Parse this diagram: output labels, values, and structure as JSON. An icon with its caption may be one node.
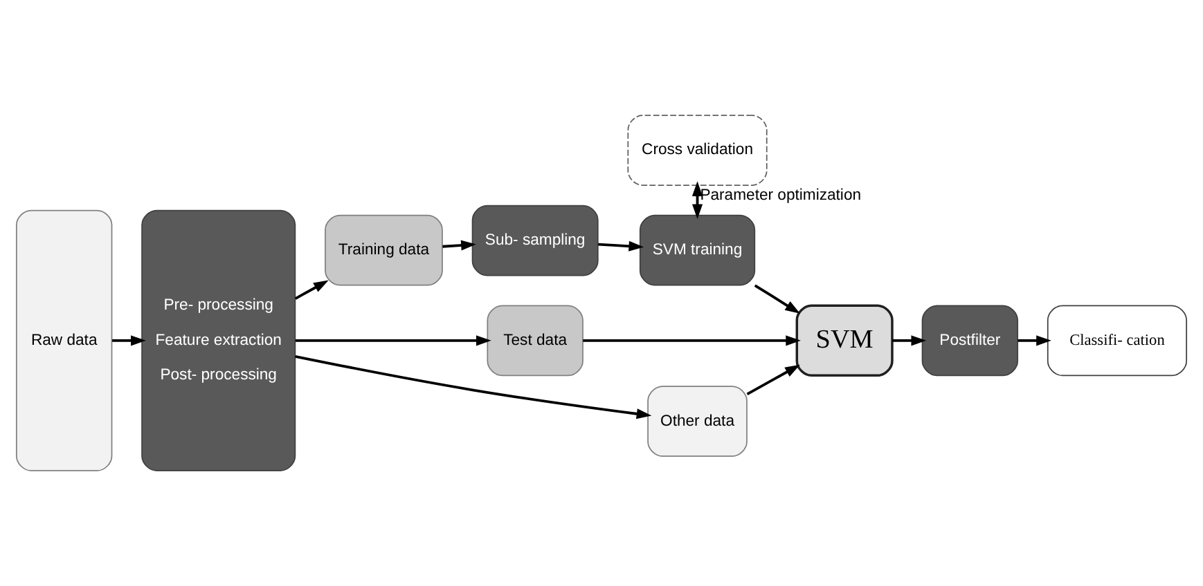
{
  "diagram": {
    "nodes": [
      {
        "text": [
          "Raw data"
        ]
      },
      {
        "text": [
          "Pre- processing",
          "Feature extraction",
          "Post- processing"
        ]
      },
      {
        "text": [
          "Training data"
        ]
      },
      {
        "text": [
          "Test data"
        ]
      },
      {
        "text": [
          "Other data"
        ]
      },
      {
        "text": [
          "Sub- sampling"
        ]
      },
      {
        "text": [
          "SVM training"
        ]
      },
      {
        "text": [
          "Cross validation"
        ]
      },
      {
        "text": [
          "SVM"
        ]
      },
      {
        "text": [
          "Postfilter"
        ]
      },
      {
        "text": [
          "Classifi- cation"
        ]
      }
    ],
    "edges": [
      {
        "from": 0,
        "to": 1,
        "arrow": "to"
      },
      {
        "from": 1,
        "to": 2,
        "arrow": "to"
      },
      {
        "from": 1,
        "to": 3,
        "arrow": "to"
      },
      {
        "from": 1,
        "to": 4,
        "arrow": "to"
      },
      {
        "from": 2,
        "to": 5,
        "arrow": "to"
      },
      {
        "from": 5,
        "to": 6,
        "arrow": "to"
      },
      {
        "from": 7,
        "to": 6,
        "arrow": "both",
        "label": "Parameter optimization"
      },
      {
        "from": 6,
        "to": 8,
        "arrow": "to"
      },
      {
        "from": 3,
        "to": 8,
        "arrow": "to"
      },
      {
        "from": 4,
        "to": 8,
        "arrow": "to"
      },
      {
        "from": 8,
        "to": 9,
        "arrow": "to"
      },
      {
        "from": 9,
        "to": 10,
        "arrow": "to"
      }
    ]
  }
}
